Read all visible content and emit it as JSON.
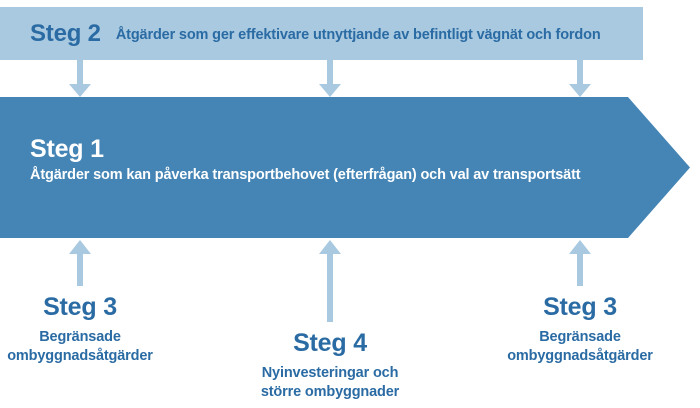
{
  "diagram": {
    "title_implicit": "Fyrstegsprincipen",
    "colors": {
      "light_blue": "#a9c9e0",
      "dark_blue": "#4585b5",
      "text_blue": "#2a6ba4",
      "text_white": "#ffffff",
      "background": "#ffffff"
    },
    "steg2": {
      "title": "Steg 2",
      "description": "Åtgärder som ger effektivare utnyttjande av befintligt vägnät och fordon"
    },
    "steg1": {
      "title": "Steg 1",
      "description": "Åtgärder som kan påverka transportbehovet (efterfrågan) och val av transportsätt"
    },
    "bottom_items": [
      {
        "title": "Steg 3",
        "description_line1": "Begränsade",
        "description_line2": "ombyggnadsåtgärder"
      },
      {
        "title": "Steg 4",
        "description_line1": "Nyinvesteringar och",
        "description_line2": "större ombyggnader"
      },
      {
        "title": "Steg 3",
        "description_line1": "Begränsade",
        "description_line2": "ombyggnadsåtgärder"
      }
    ],
    "connectors": {
      "down_arrows_count": 3,
      "up_arrows_count": 3,
      "arrow_color": "#a9c9e0"
    }
  }
}
